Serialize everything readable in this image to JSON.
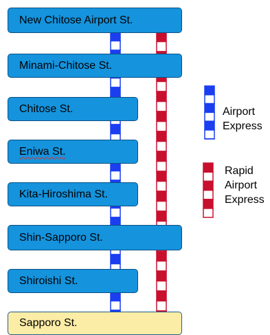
{
  "stations": [
    {
      "name": "New Chitose Airport St.",
      "terminal": false
    },
    {
      "name": "Minami-Chitose St.",
      "terminal": false
    },
    {
      "name": "Chitose St.",
      "terminal": false
    },
    {
      "name": "Eniwa St.",
      "terminal": false
    },
    {
      "name": "Kita-Hiroshima St.",
      "terminal": false
    },
    {
      "name": "Shin-Sapporo St.",
      "terminal": false
    },
    {
      "name": "Shiroishi St.",
      "terminal": false
    },
    {
      "name": "Sapporo St.",
      "terminal": true
    }
  ],
  "legend": {
    "airport_express": {
      "line1": "Airport",
      "line2": "Express",
      "color": "#1a3ef0"
    },
    "rapid_airport_express": {
      "line1": "Rapid",
      "line2": "Airport",
      "line3": "Express",
      "color": "#c8102e"
    }
  },
  "colors": {
    "station_fill": "#1593dd",
    "terminal_fill": "#fbeca6",
    "station_border": "#0b4f86"
  }
}
